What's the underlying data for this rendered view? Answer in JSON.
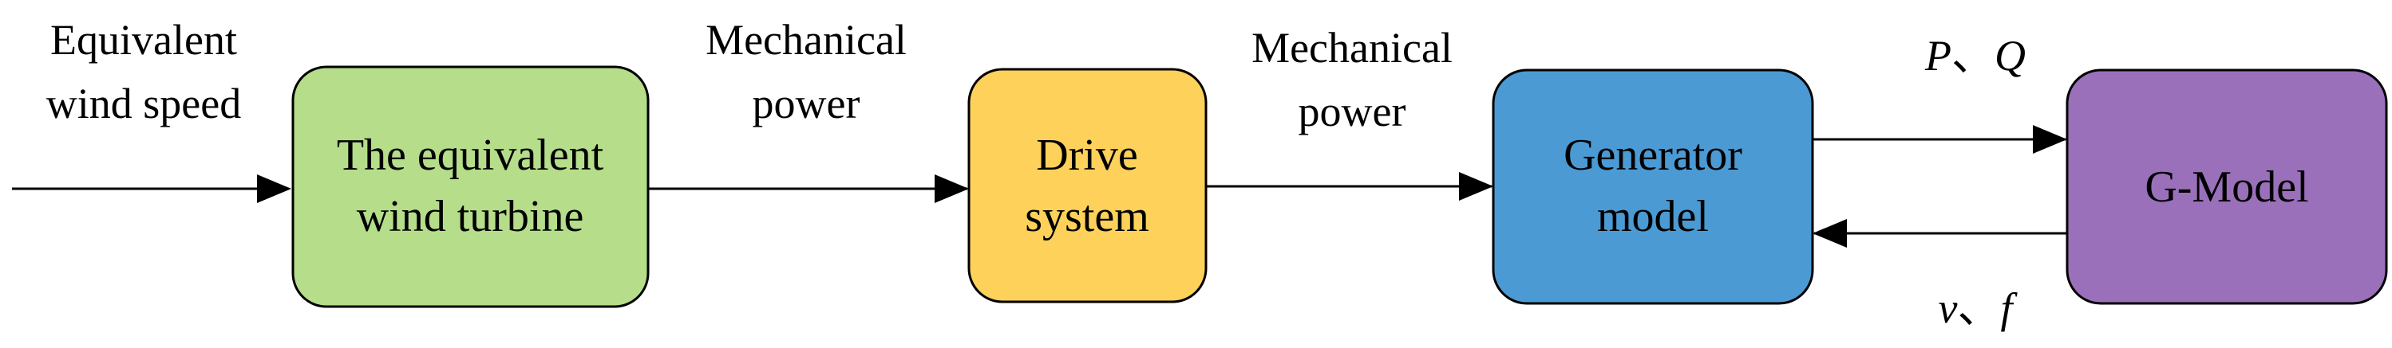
{
  "input_label": {
    "line1": "Equivalent",
    "line2": "wind speed"
  },
  "blocks": {
    "wind_turbine": {
      "line1": "The equivalent",
      "line2": "wind turbine",
      "fill": "#b5dd8a"
    },
    "drive_system": {
      "line1": "Drive",
      "line2": "system",
      "fill": "#fdd15a"
    },
    "generator": {
      "line1": "Generator",
      "line2": "model",
      "fill": "#4b9ad3"
    },
    "gmodel": {
      "label": "G-Model",
      "fill": "#9a70bb"
    }
  },
  "edges": {
    "turbine_to_drive": {
      "line1": "Mechanical",
      "line2": "power"
    },
    "drive_to_generator": {
      "line1": "Mechanical",
      "line2": "power"
    },
    "generator_to_gmodel": {
      "var1": "P",
      "sep": "、",
      "var2": "Q"
    },
    "gmodel_to_generator": {
      "var1": "v",
      "sep": "、",
      "var2": "f"
    }
  },
  "colors": {
    "stroke": "#000000",
    "background": "#ffffff"
  }
}
